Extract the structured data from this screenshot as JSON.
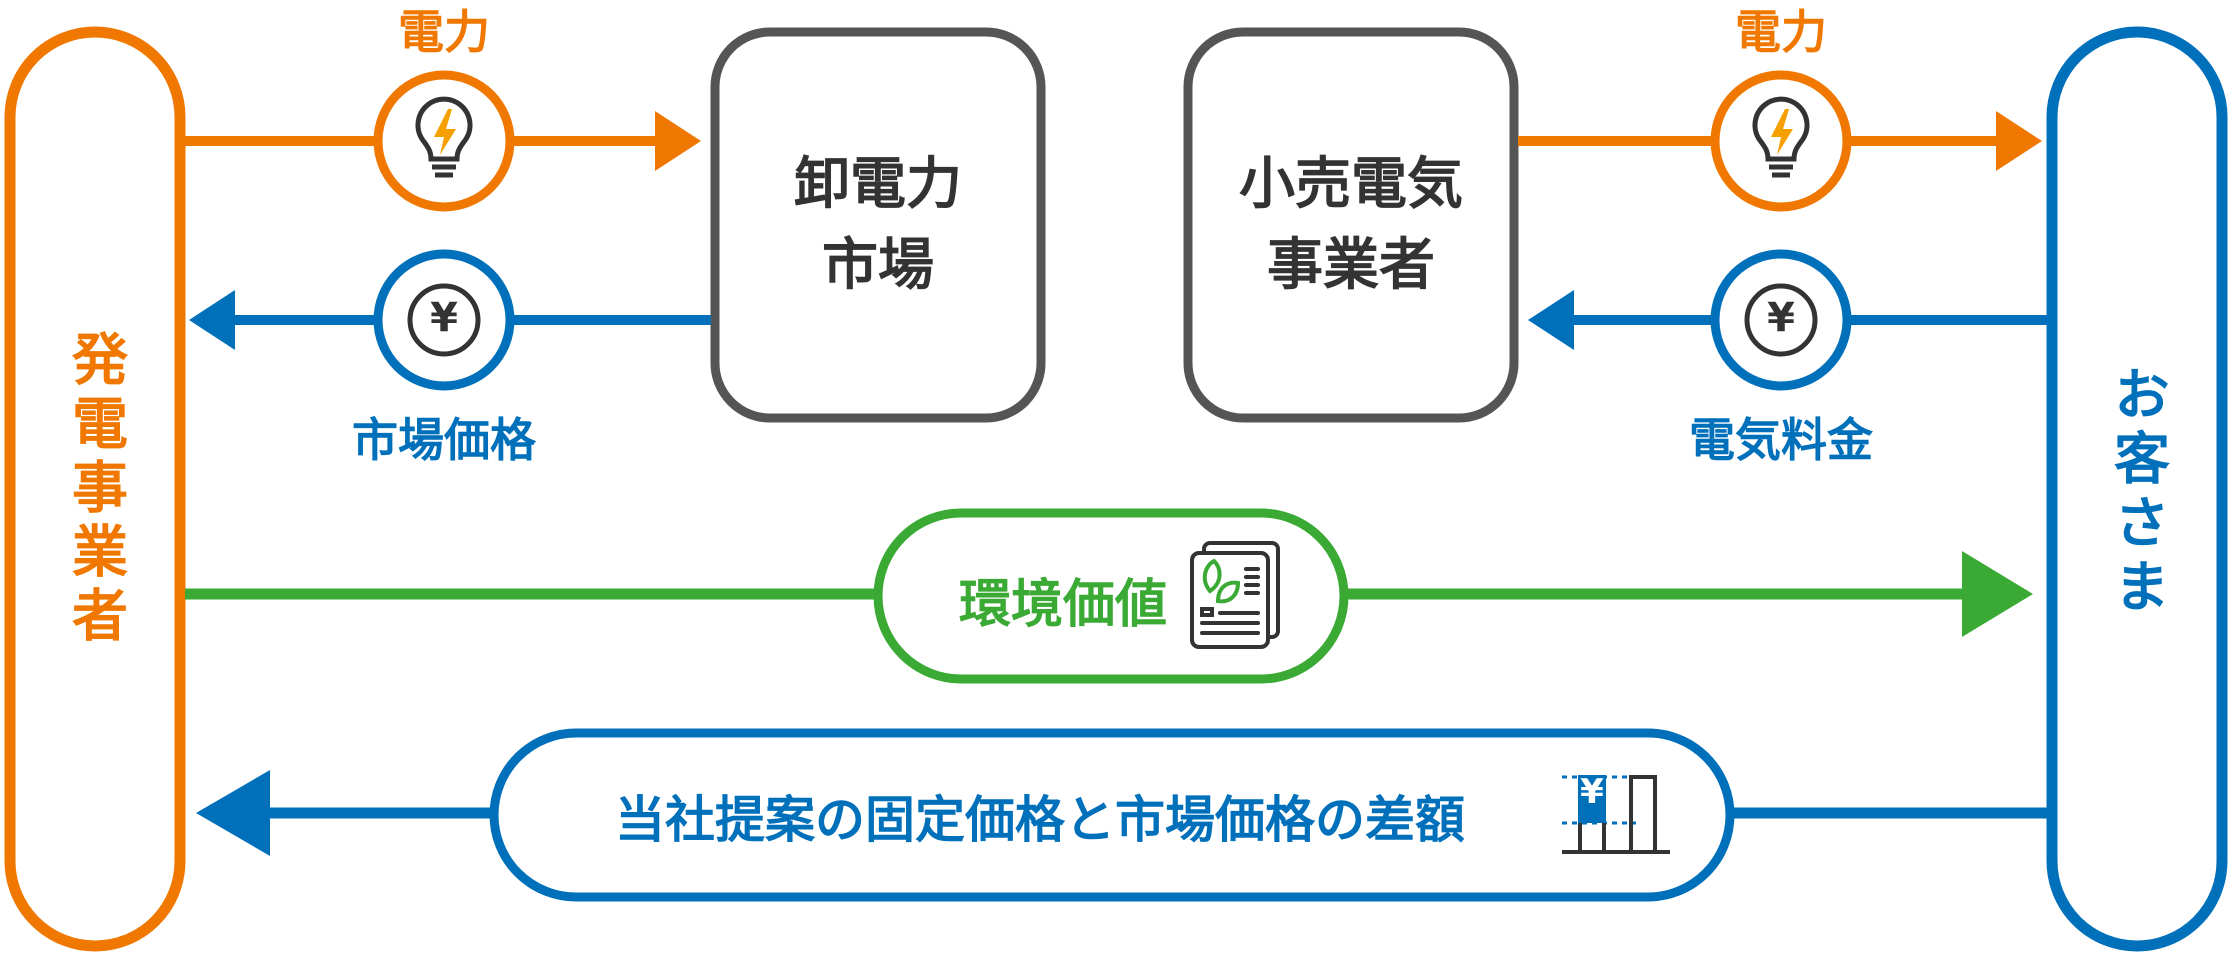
{
  "colors": {
    "orange": "#f07800",
    "blue": "#0070bb",
    "green": "#3aaa35",
    "gray": "#555555",
    "dark": "#333333"
  },
  "nodes": {
    "generator": "発電事業者",
    "wholesale_market": [
      "卸電力",
      "市場"
    ],
    "retailer": [
      "小売電気",
      "事業者"
    ],
    "customer": "お客さま"
  },
  "flows": {
    "power_left": "電力",
    "power_right": "電力",
    "market_price": "市場価格",
    "electricity_fee": "電気料金",
    "environmental_value": "環境価値",
    "price_difference": "当社提案の固定価格と市場価格の差額"
  },
  "icons": {
    "power": "lightbulb-icon",
    "money": "yen-coin-icon",
    "certificate": "certificate-leaf-icon",
    "difference": "yen-bar-chart-icon",
    "yen_symbol": "¥"
  }
}
